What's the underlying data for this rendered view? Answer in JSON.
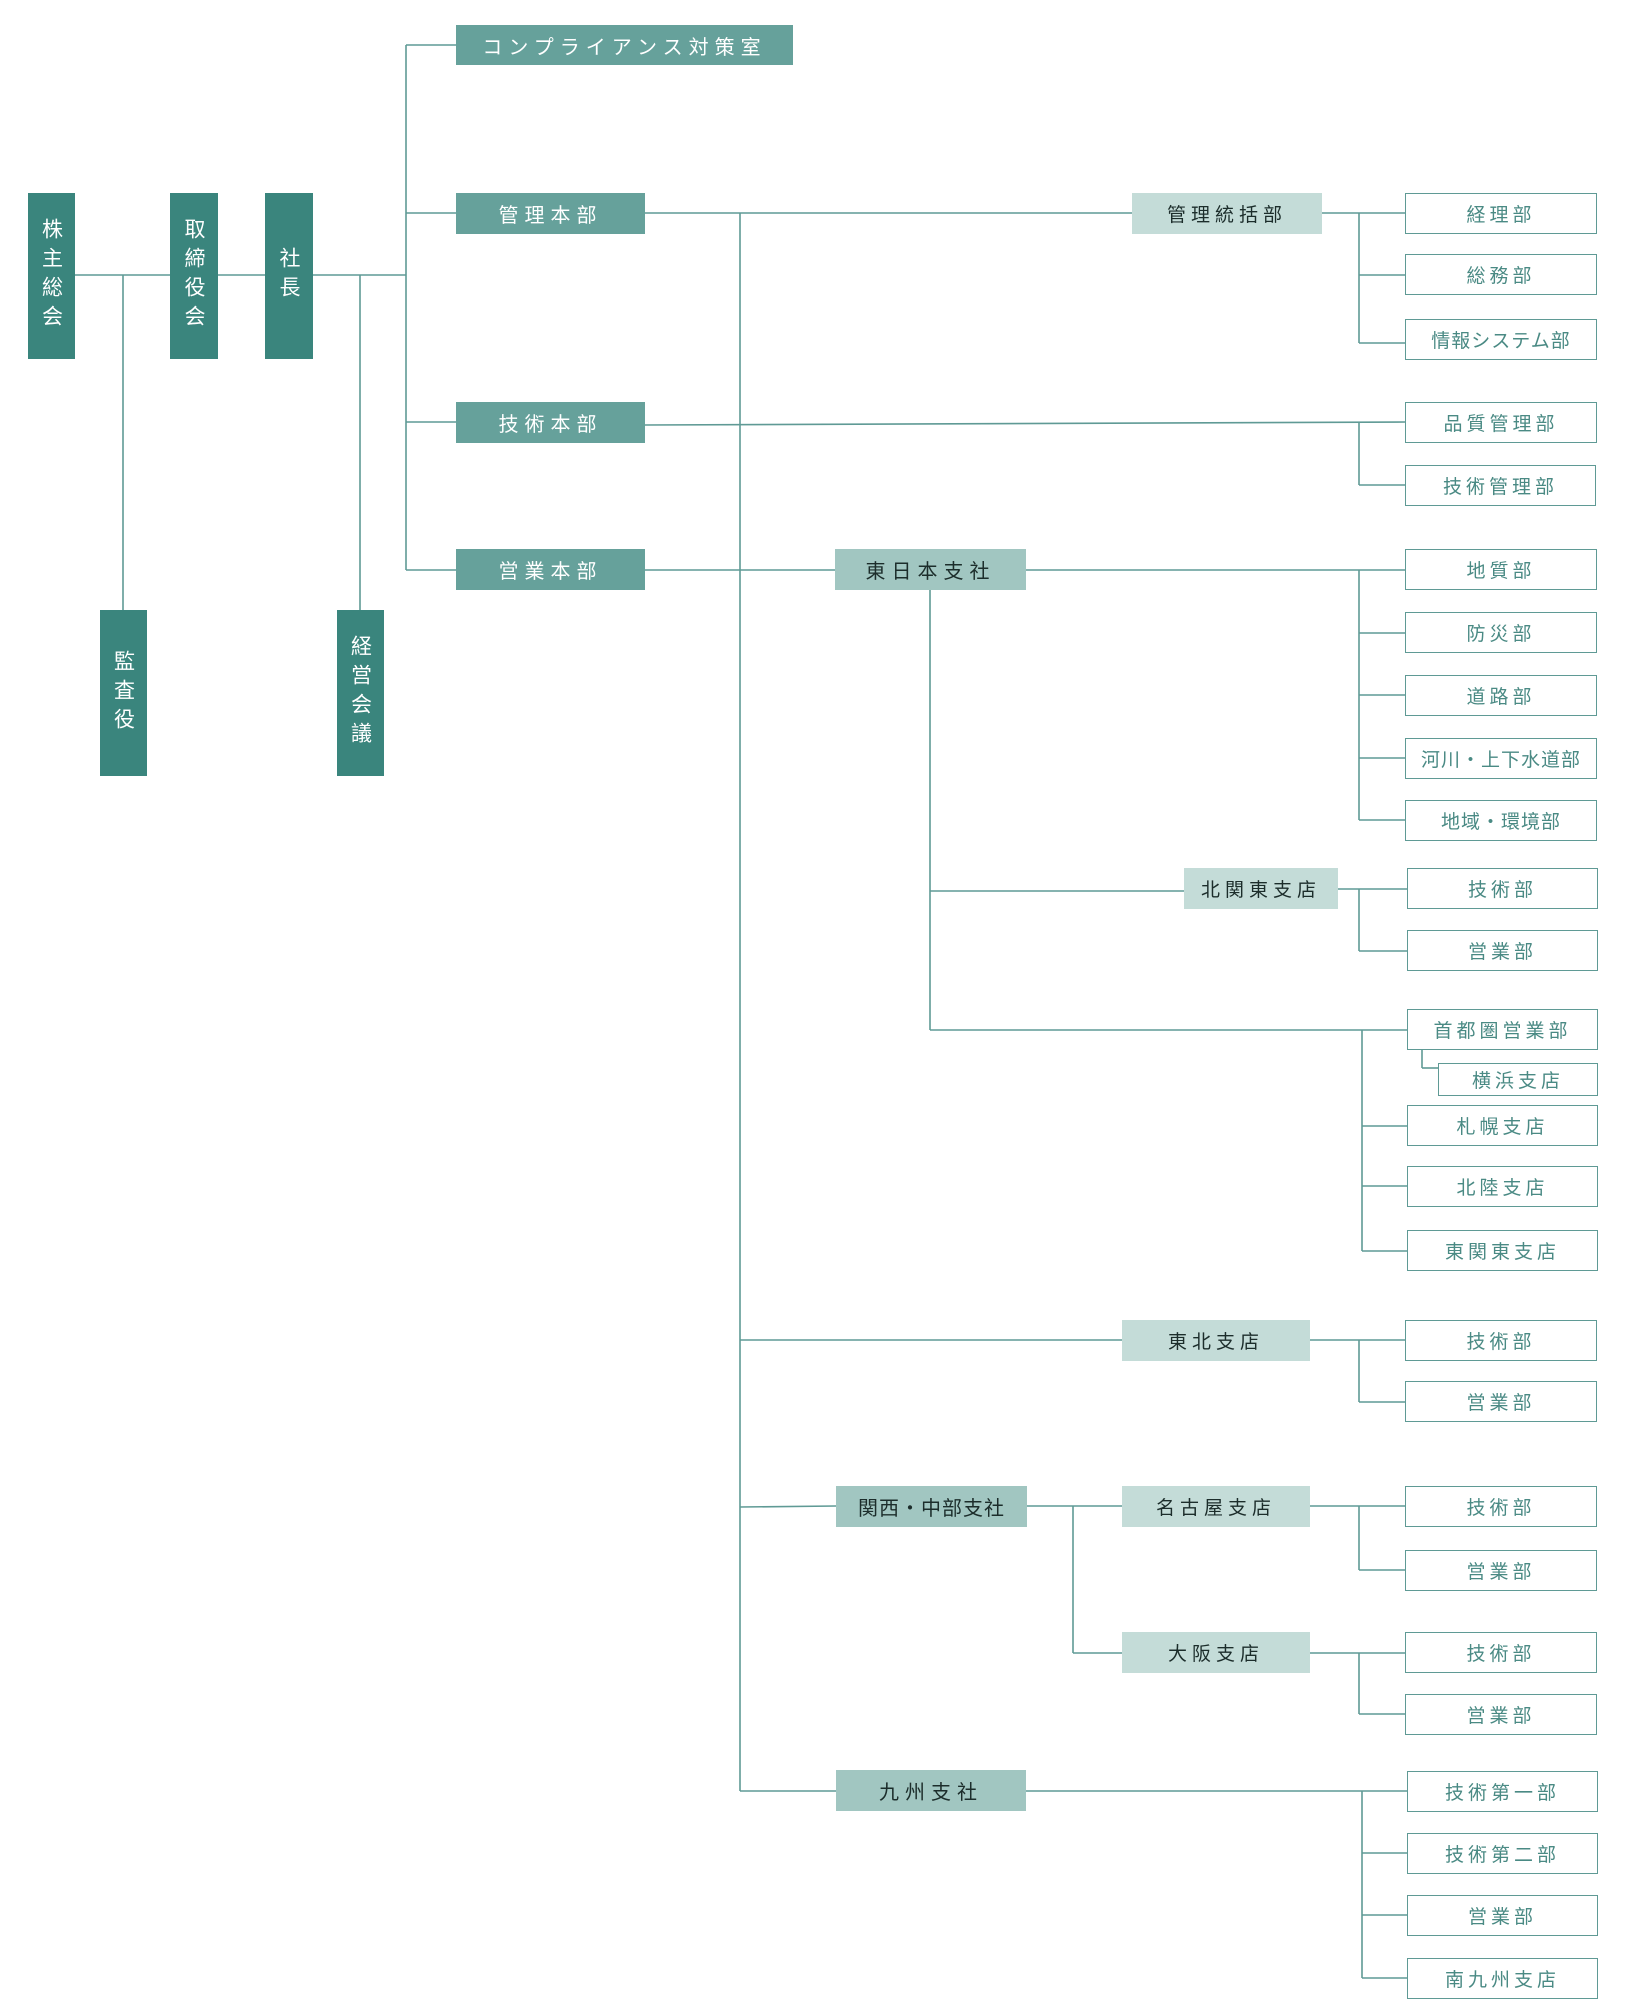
{
  "top": {
    "shareholders": "株主総会",
    "board": "取締役会",
    "president": "社長",
    "auditor": "監査役",
    "management_meeting": "経営会議"
  },
  "hq": {
    "compliance": "コンプライアンス対策室",
    "admin": "管理本部",
    "tech": "技術本部",
    "sales": "営業本部"
  },
  "admin_div": {
    "general": "管理統括部",
    "depts": [
      "経理部",
      "総務部",
      "情報システム部"
    ]
  },
  "tech_div": {
    "depts": [
      "品質管理部",
      "技術管理部"
    ]
  },
  "east": {
    "name": "東日本支社",
    "depts": [
      "地質部",
      "防災部",
      "道路部",
      "河川・上下水道部",
      "地域・環境部"
    ],
    "kitakanto": {
      "name": "北関東支店",
      "depts": [
        "技術部",
        "営業部"
      ]
    },
    "capital": {
      "name": "首都圏営業部",
      "yokohama": "横浜支店"
    },
    "branches": [
      "札幌支店",
      "北陸支店",
      "東関東支店"
    ]
  },
  "tohoku": {
    "name": "東北支店",
    "depts": [
      "技術部",
      "営業部"
    ]
  },
  "kansai": {
    "name": "関西・中部支社",
    "nagoya": {
      "name": "名古屋支店",
      "depts": [
        "技術部",
        "営業部"
      ]
    },
    "osaka": {
      "name": "大阪支店",
      "depts": [
        "技術部",
        "営業部"
      ]
    }
  },
  "kyushu": {
    "name": "九州支社",
    "depts": [
      "技術第一部",
      "技術第二部",
      "営業部",
      "南九州支店"
    ]
  },
  "colors": {
    "dark": "#3a857d",
    "medium": "#66a19b",
    "light": "#a1c6c1",
    "lighter": "#c4dcd8",
    "line": "#5f9a95"
  }
}
